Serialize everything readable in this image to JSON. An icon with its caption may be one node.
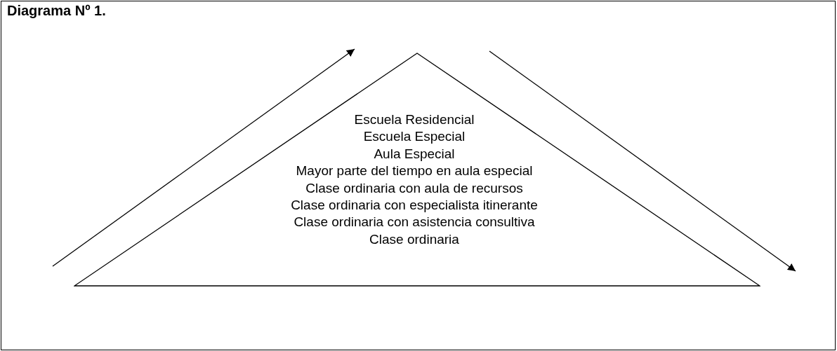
{
  "diagram": {
    "title": "Diagrama Nº 1.",
    "nodes": [
      {
        "text": [
          "Escuela Residencial",
          "Escuela Especial",
          "Aula Especial",
          "Mayor parte del tiempo en aula especial",
          "Clase ordinaria con aula de recursos",
          "Clase ordinaria con especialista itinerante",
          "Clase ordinaria con asistencia consultiva",
          "Clase ordinaria"
        ]
      }
    ],
    "edges": []
  }
}
